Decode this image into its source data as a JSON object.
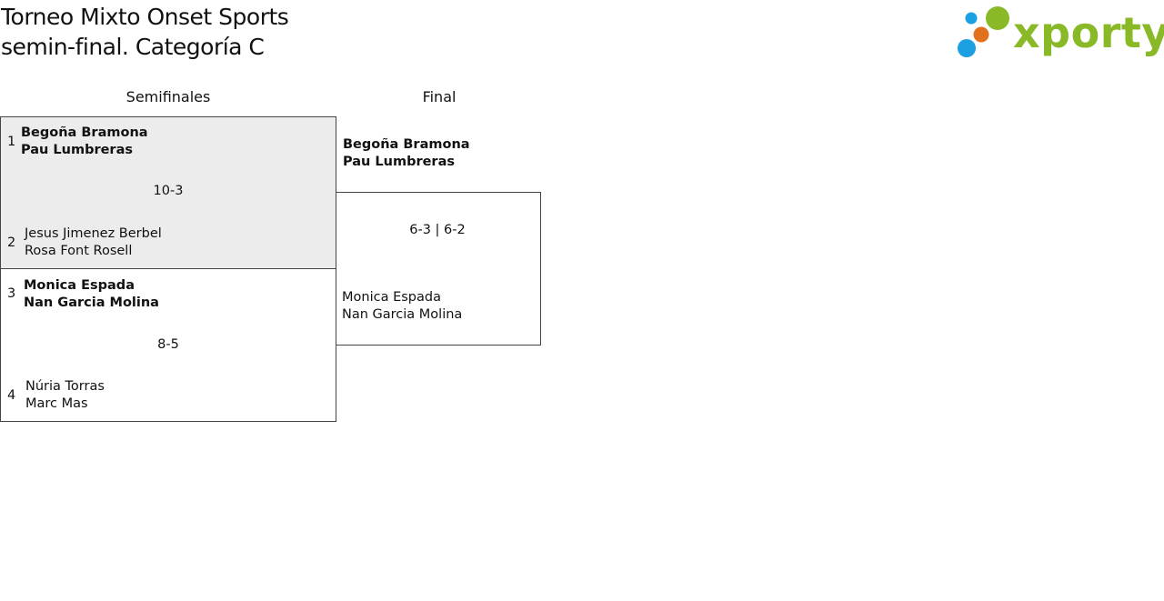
{
  "header": {
    "title_line1": "Torneo Mixto Onset Sports",
    "title_line2": "semin-final. Categoría C"
  },
  "logo": {
    "text": "xporty",
    "colors": {
      "green": "#8ab928",
      "orange": "#e2711d",
      "blue": "#1ba0e2"
    }
  },
  "rounds": {
    "semifinals_label": "Semifinales",
    "final_label": "Final"
  },
  "semifinals": [
    {
      "seed_top": "1",
      "top_player1": "Begoña Bramona",
      "top_player2": "Pau Lumbreras",
      "score": "10-3",
      "seed_bottom": "2",
      "bottom_player1": "Jesus Jimenez Berbel",
      "bottom_player2": "Rosa Font Rosell"
    },
    {
      "seed_top": "3",
      "top_player1": "Monica Espada",
      "top_player2": "Nan Garcia Molina",
      "score": "8-5",
      "seed_bottom": "4",
      "bottom_player1": "Núria Torras",
      "bottom_player2": "Marc Mas"
    }
  ],
  "final": {
    "top_player1": "Begoña Bramona",
    "top_player2": "Pau Lumbreras",
    "score": "6-3 | 6-2",
    "bottom_player1": "Monica Espada",
    "bottom_player2": "Nan Garcia Molina"
  }
}
